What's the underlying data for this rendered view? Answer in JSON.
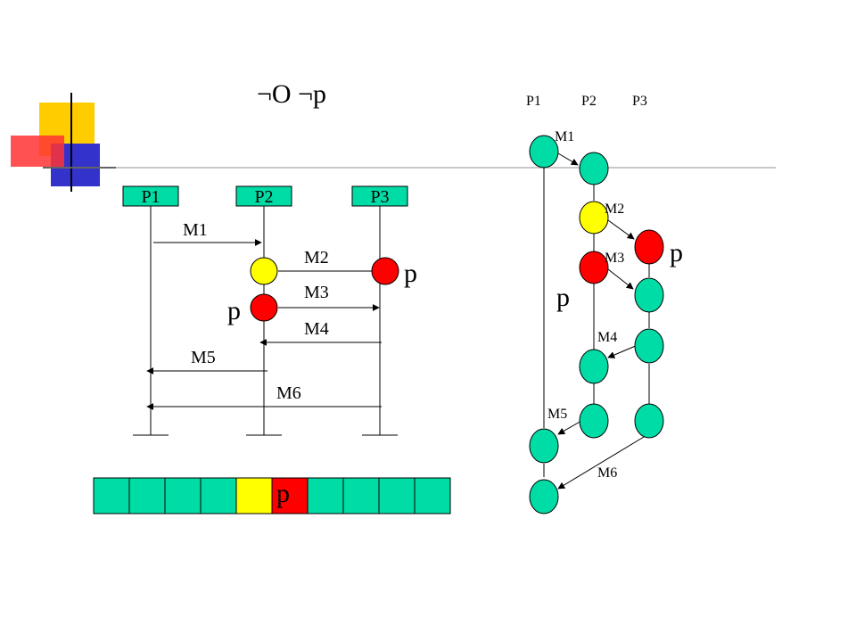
{
  "title": "¬O ¬p",
  "colors": {
    "green": "#00dca6",
    "yellow": "#ffff00",
    "red": "#ff0000",
    "deco_yellow": "#ffcc00",
    "deco_blue": "#3333cc",
    "deco_red": "#ff3333"
  },
  "left_diagram": {
    "processes": [
      "P1",
      "P2",
      "P3"
    ],
    "messages": [
      "M1",
      "M2",
      "M3",
      "M4",
      "M5",
      "M6"
    ],
    "predicate_labels": [
      "p",
      "p"
    ]
  },
  "sequence_bar": {
    "cell_colors": [
      "green",
      "green",
      "green",
      "green",
      "yellow",
      "red",
      "green",
      "green",
      "green",
      "green"
    ],
    "p_label": "p"
  },
  "lattice": {
    "processes": [
      "P1",
      "P2",
      "P3"
    ],
    "messages": [
      "M1",
      "M2",
      "M3",
      "M4",
      "M5",
      "M6"
    ],
    "predicate_labels": [
      "p",
      "p"
    ]
  }
}
